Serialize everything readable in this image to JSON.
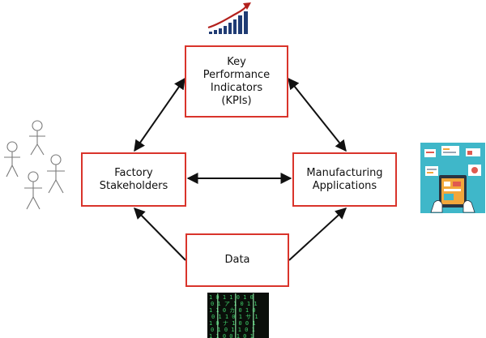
{
  "nodes": {
    "kpi": "Key\nPerformance\nIndicators\n(KPIs)",
    "stakeholders": "Factory\nStakeholders",
    "applications": "Manufacturing\nApplications",
    "data": "Data"
  },
  "colors": {
    "box_border": "#d9342b",
    "arrow": "#111111",
    "chart_bars": "#1f3b73",
    "chart_trend": "#b3201c",
    "app_panel": "#3fb7c9",
    "matrix_bg": "#0a0f0a",
    "matrix_glyph": "#3fcf6a"
  },
  "illustrations": {
    "top": "growth-chart-icon",
    "left": "stick-figures-illustration",
    "right": "tablet-apps-illustration",
    "bottom": "matrix-code-illustration"
  }
}
